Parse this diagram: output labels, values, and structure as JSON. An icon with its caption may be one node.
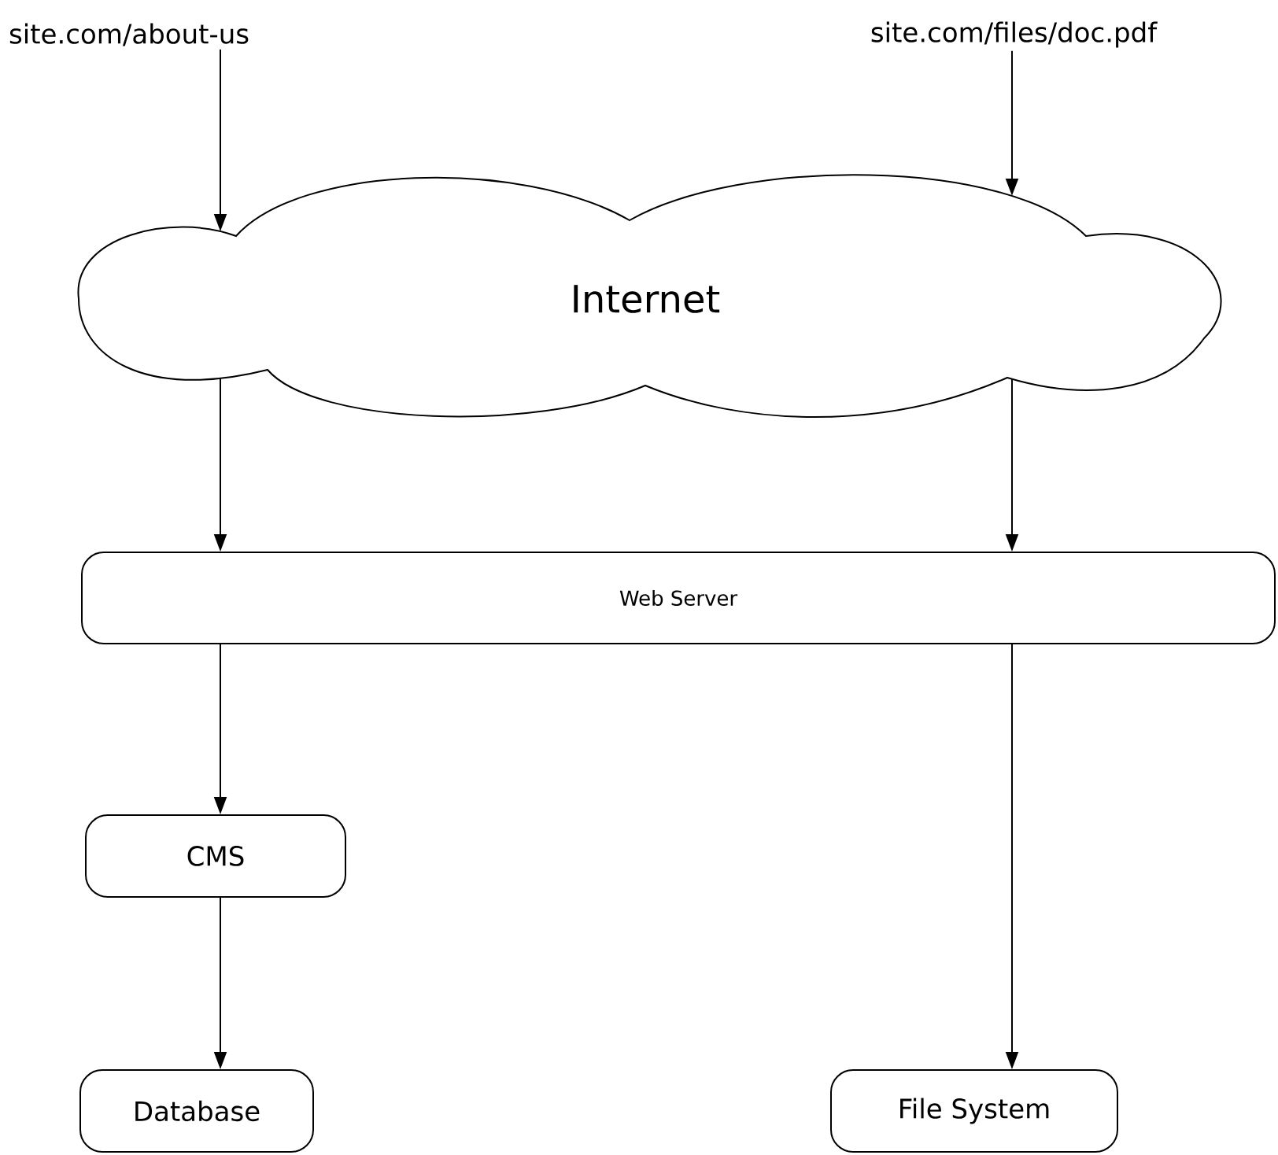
{
  "diagram": {
    "nodes": [
      {
        "text": [
          "site.com/about-us"
        ]
      },
      {
        "text": [
          "site.com/files/doc.pdf"
        ]
      },
      {
        "text": [
          "Internet"
        ]
      },
      {
        "text": [
          "Web Server"
        ]
      },
      {
        "text": [
          "CMS"
        ]
      },
      {
        "text": [
          "Database"
        ]
      },
      {
        "text": [
          "File System"
        ]
      }
    ],
    "edges": [
      {
        "from": 0,
        "to": 2,
        "arrow": "to"
      },
      {
        "from": 1,
        "to": 2,
        "arrow": "to"
      },
      {
        "from": 2,
        "to": 3,
        "arrow": "to"
      },
      {
        "from": 2,
        "to": 3,
        "arrow": "to"
      },
      {
        "from": 3,
        "to": 4,
        "arrow": "to"
      },
      {
        "from": 4,
        "to": 5,
        "arrow": "to"
      },
      {
        "from": 3,
        "to": 6,
        "arrow": "to"
      }
    ]
  }
}
